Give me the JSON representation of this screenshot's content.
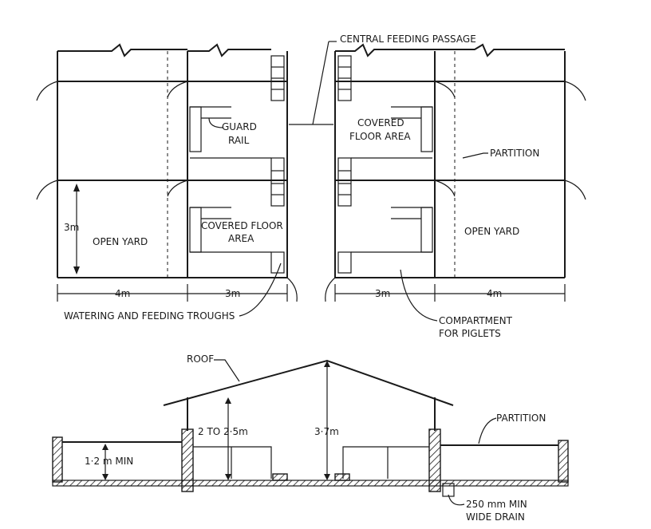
{
  "plan": {
    "central_feeding_passage": "CENTRAL FEEDING PASSAGE",
    "guard_rail_1": "GUARD",
    "guard_rail_2": "RAIL",
    "covered_floor_area_tr_1": "COVERED",
    "covered_floor_area_tr_2": "FLOOR AREA",
    "covered_floor_area_bl_1": "COVERED FLOOR",
    "covered_floor_area_bl_2": "AREA",
    "partition": "PARTITION",
    "open_yard_left": "OPEN YARD",
    "open_yard_right": "OPEN YARD",
    "dim_3m_vertical": "3m",
    "dim_4m_left": "4m",
    "dim_3m_left": "3m",
    "dim_3m_right": "3m",
    "dim_4m_right": "4m",
    "troughs": "WATERING AND FEEDING TROUGHS",
    "compartment_1": "COMPARTMENT",
    "compartment_2": "FOR PIGLETS"
  },
  "section": {
    "roof": "ROOF",
    "height_wall": "2 TO 2·5m",
    "height_ridge": "3·7m",
    "partition": "PARTITION",
    "yard_wall": "1·2 m MIN",
    "drain_1": "250 mm MIN",
    "drain_2": "WIDE DRAIN"
  }
}
